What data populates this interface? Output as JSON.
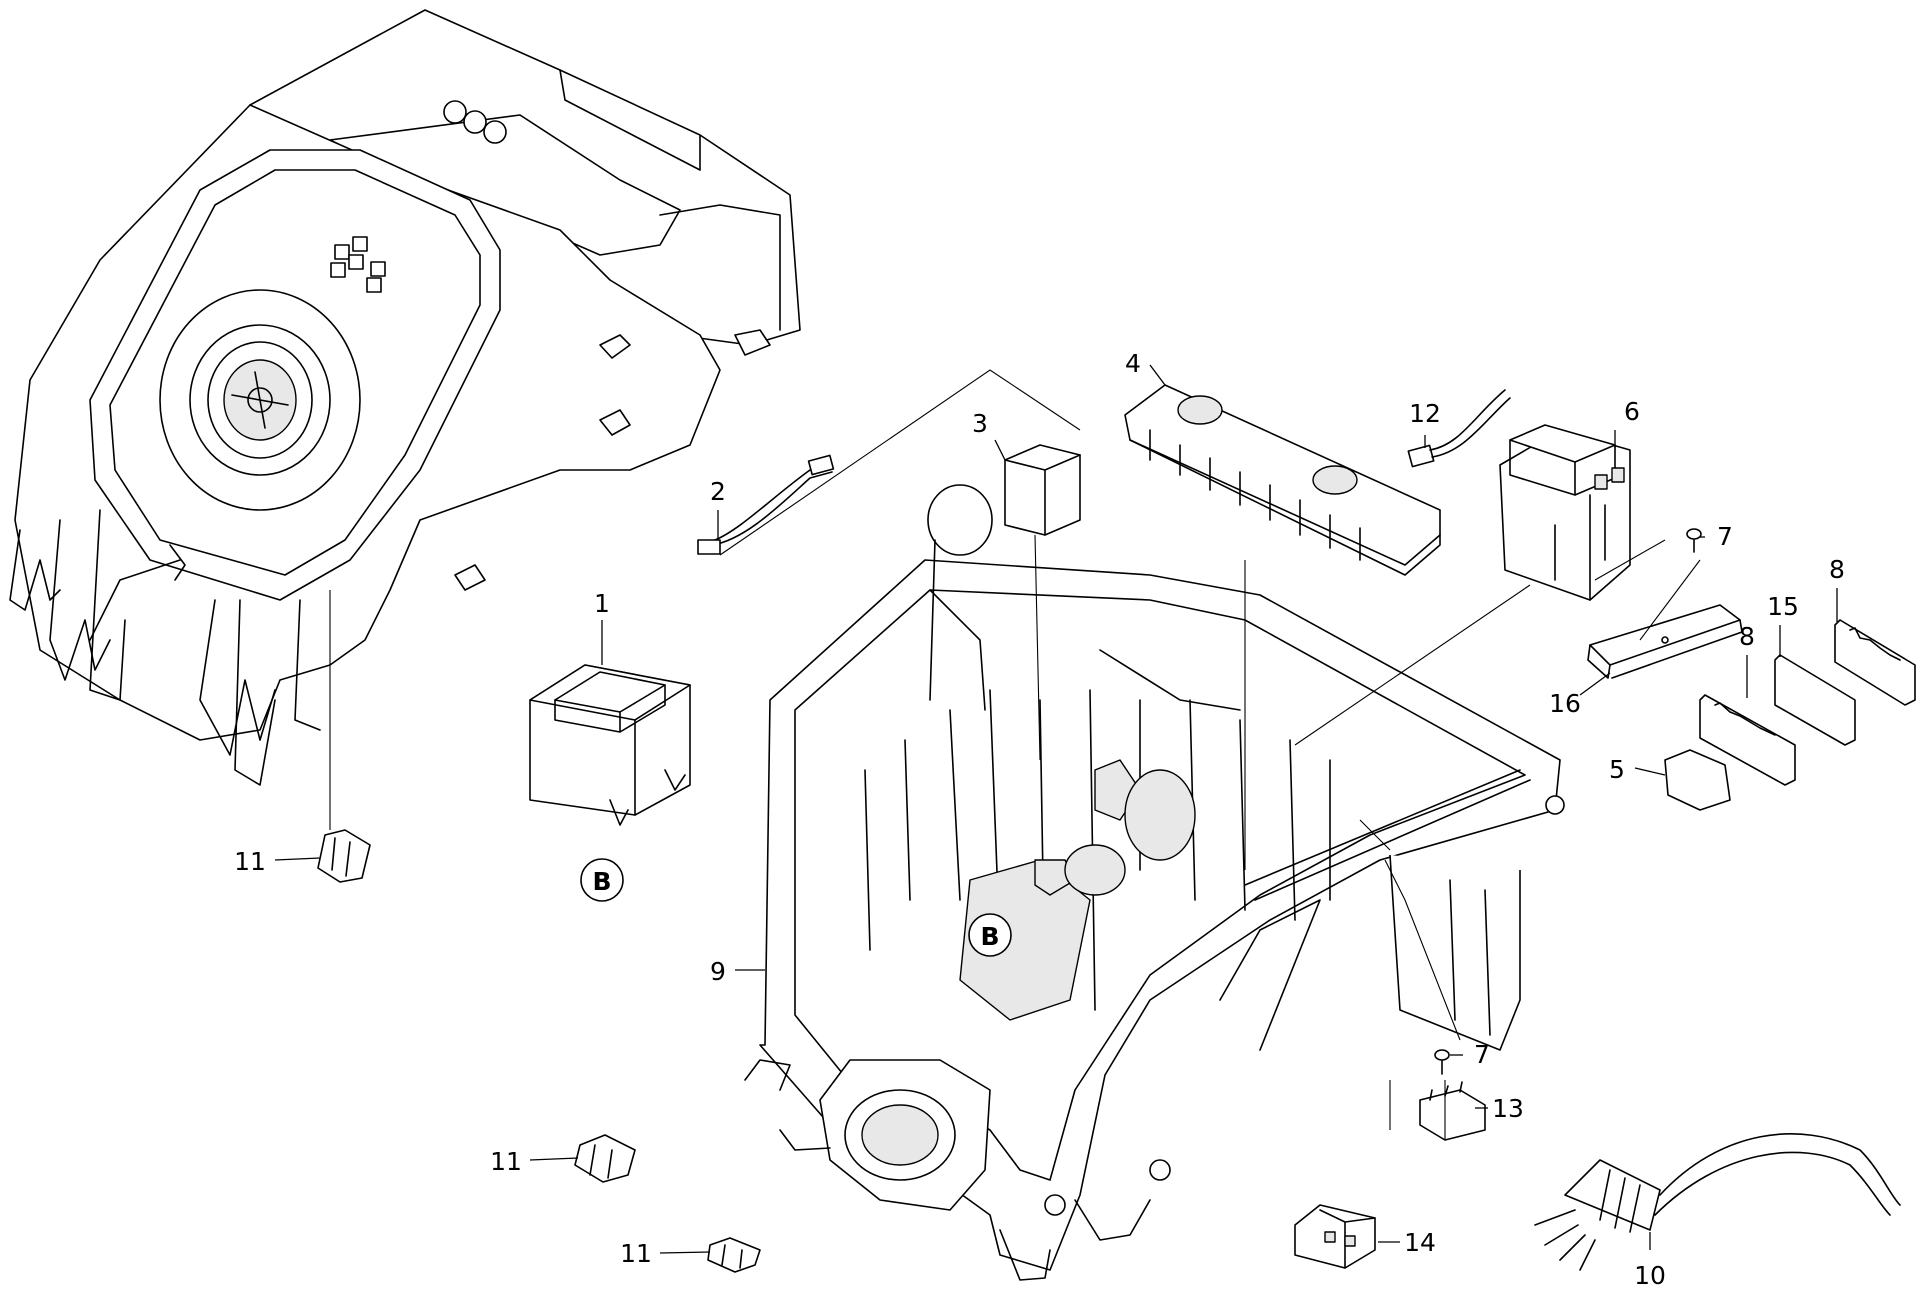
{
  "diagram": {
    "callouts": [
      "1",
      "2",
      "3",
      "4",
      "5",
      "6",
      "7",
      "7",
      "8",
      "8",
      "9",
      "10",
      "11",
      "11",
      "11",
      "12",
      "13",
      "14",
      "15",
      "16"
    ],
    "markers": [
      "B",
      "B"
    ]
  }
}
